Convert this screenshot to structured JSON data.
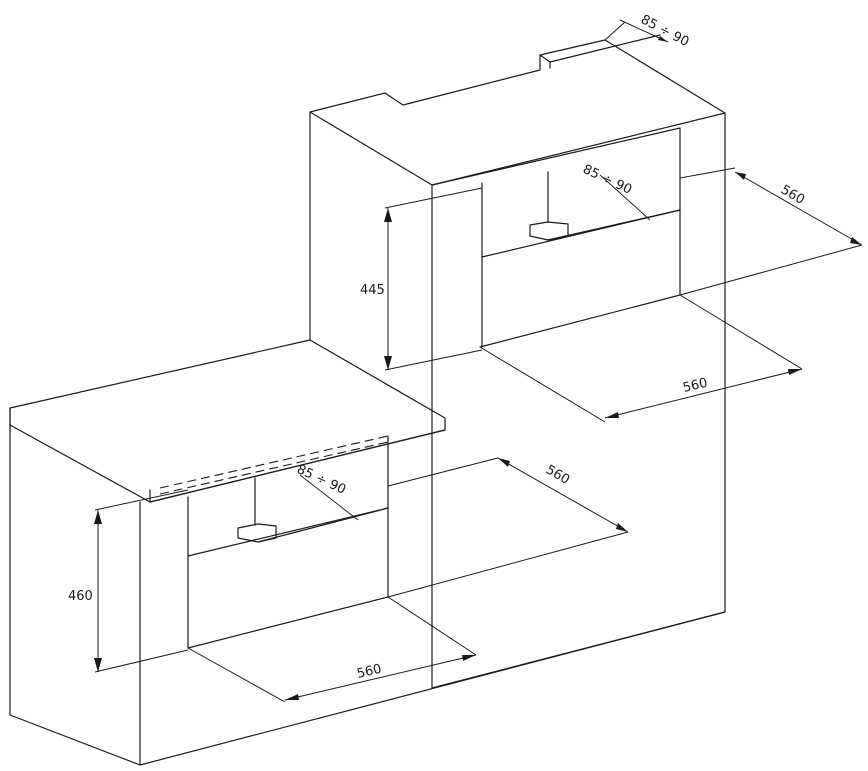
{
  "dimensions": {
    "top_recess": "85 ÷ 90",
    "upper_niche_recess": "85 ÷ 90",
    "upper_niche_depth": "560",
    "upper_niche_height": "445",
    "upper_niche_width": "560",
    "lower_niche_recess": "85 ÷ 90",
    "lower_niche_depth": "560",
    "lower_niche_height": "460",
    "lower_niche_width": "560"
  },
  "colors": {
    "line": "#1a1a1a",
    "background": "#ffffff"
  }
}
